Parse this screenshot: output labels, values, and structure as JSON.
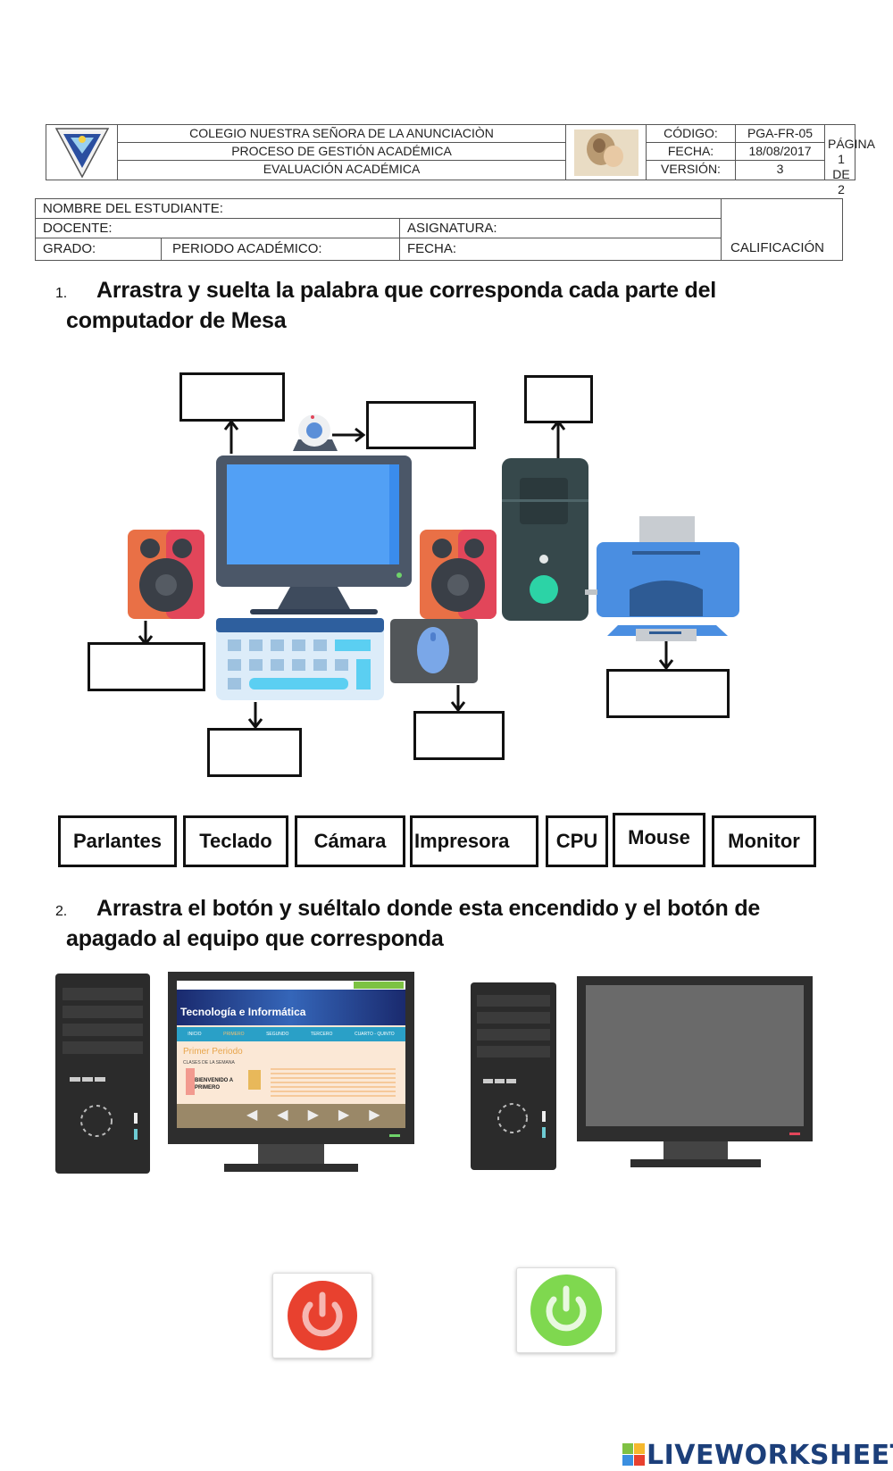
{
  "header": {
    "school_lines": [
      "COLEGIO NUESTRA SEÑORA DE LA ANUNCIACIÒN",
      "PROCESO DE GESTIÓN ACADÉMICA",
      "EVALUACIÓN ACADÉMICA"
    ],
    "meta_labels": [
      "CÓDIGO:",
      "FECHA:",
      "VERSIÓN:"
    ],
    "meta_values": [
      "PGA-FR-05",
      "18/08/2017",
      "3"
    ],
    "page_label": "PÁGINA",
    "page_value": "1 DE 2",
    "logo_icon": "school-shield-logo",
    "image_icon": "saint-portrait-image"
  },
  "student_form": {
    "name_label": "NOMBRE DEL ESTUDIANTE:",
    "teacher_label": "DOCENTE:",
    "subject_label": "ASIGNATURA:",
    "grade_label": "GRADO:",
    "period_label": "PERIODO ACADÉMICO:",
    "date_label": "FECHA:",
    "grade_box_label": "CALIFICACIÓN"
  },
  "question1": {
    "number": "1.",
    "text_line1": "Arrastra y suelta la palabra que corresponda cada parte del",
    "text_line2": "computador de Mesa",
    "drop_targets": [
      "monitor-target",
      "camera-target",
      "cpu-target",
      "left-speaker-target",
      "keyboard-target",
      "mouse-target",
      "printer-target"
    ],
    "word_bank": [
      "Parlantes",
      "Teclado",
      "Cámara",
      "Impresora",
      "CPU",
      "Mouse",
      "Monitor"
    ]
  },
  "question2": {
    "number": "2.",
    "text_line1": "Arrastra el botón y suéltalo donde esta encendido y el botón de",
    "text_line2": "apagado al equipo que corresponda",
    "screen_site_title": "Tecnología e Informática",
    "screen_nav": [
      "INICIO",
      "PRIMERO",
      "SEGUNDO",
      "TERCERO",
      "CUARTO - QUINTO"
    ],
    "screen_heading": "Primer Periodo",
    "screen_subheading": "CLASES DE LA SEMANA",
    "screen_banner": "BIENVENIDO A PRIMERO",
    "buttons": [
      {
        "name": "power-off",
        "color": "#e8412f"
      },
      {
        "name": "power-on",
        "color": "#7fd84f"
      }
    ]
  },
  "footer": {
    "brand": "LIVEWORKSHEETS",
    "brand_color": "#1c3f7a"
  }
}
